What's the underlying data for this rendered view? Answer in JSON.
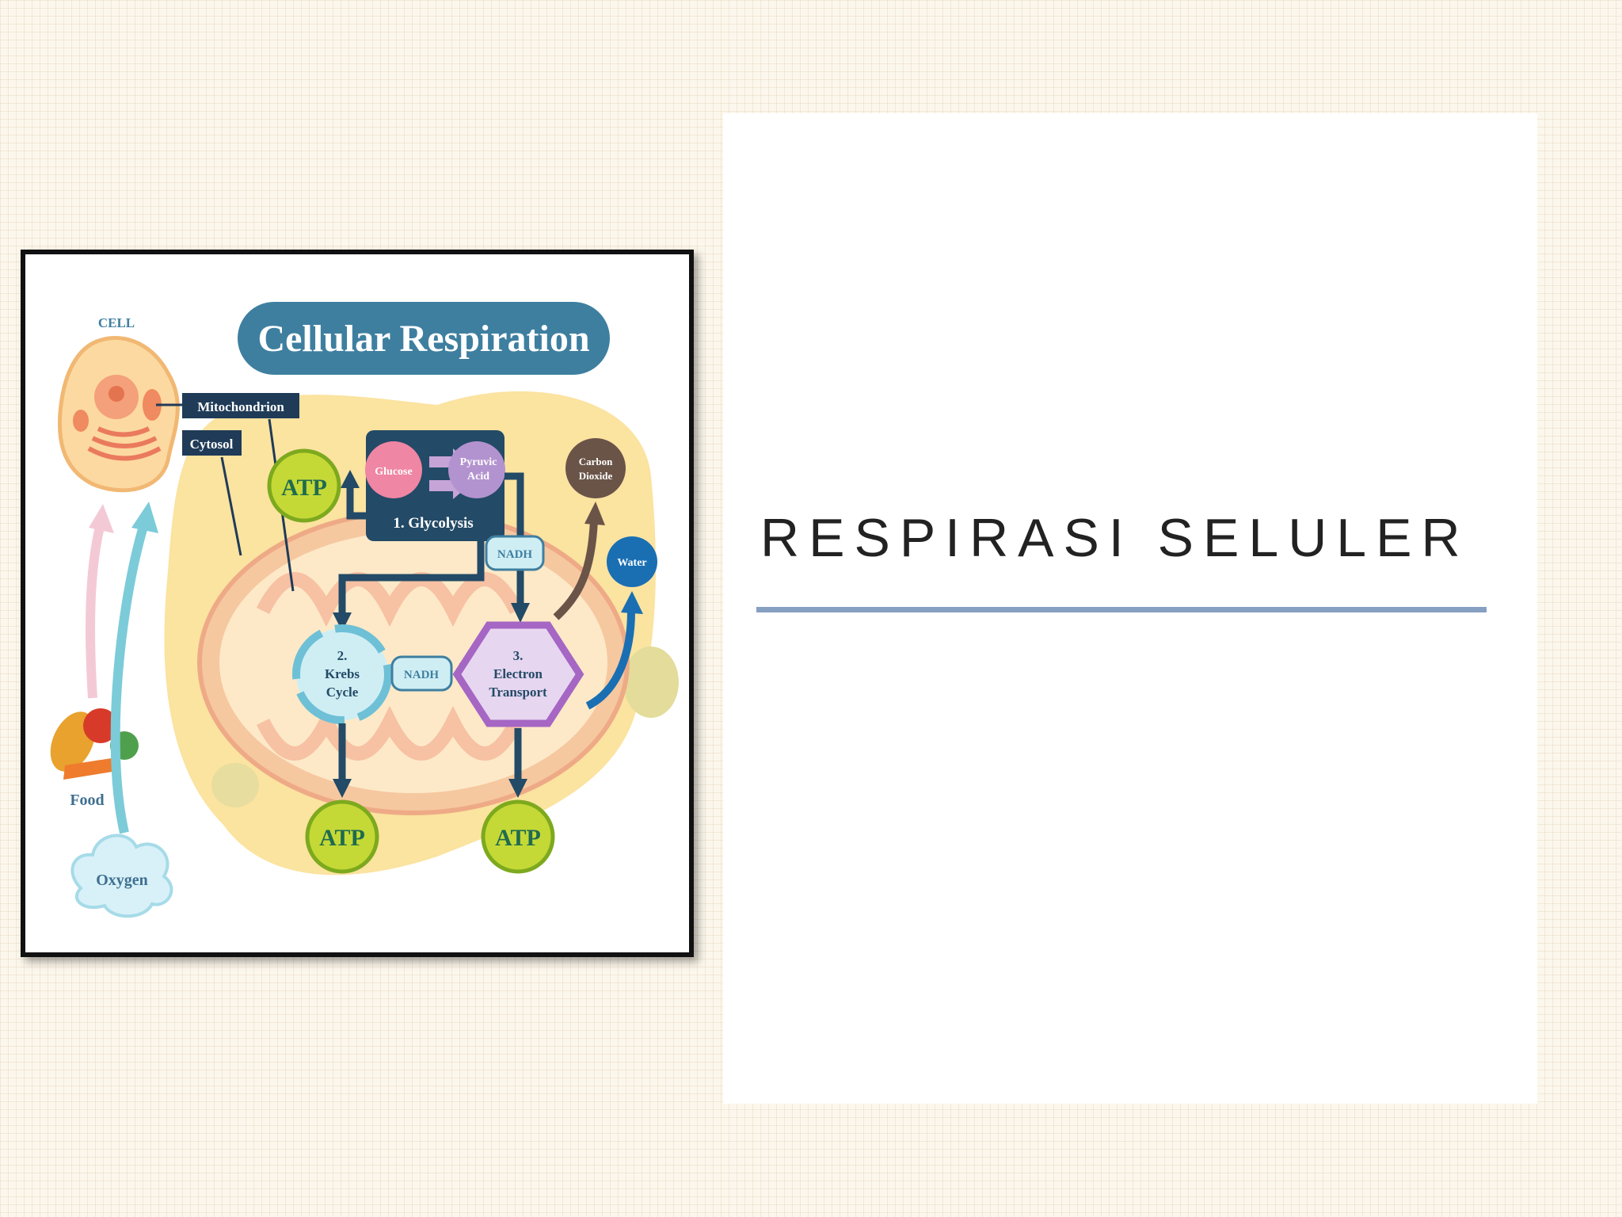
{
  "slide": {
    "title": "RESPIRASI SELULER",
    "colors": {
      "rule": "#86a0c2",
      "panel": "#ffffff",
      "background": "#fcf7ec"
    }
  },
  "diagram": {
    "title": "Cellular Respiration",
    "cell_label": "CELL",
    "mitochondrion_label": "Mitochondrion",
    "cytosol_label": "Cytosol",
    "food_label": "Food",
    "oxygen_label": "Oxygen",
    "glucose_label": "Glucose",
    "pyruvic_line1": "Pyruvic",
    "pyruvic_line2": "Acid",
    "glycolysis_label": "1. Glycolysis",
    "nadh_top": "NADH",
    "nadh_mid": "NADH",
    "krebs_line1": "2.",
    "krebs_line2": "Krebs",
    "krebs_line3": "Cycle",
    "electron_line1": "3.",
    "electron_line2": "Electron",
    "electron_line3": "Transport",
    "carbon_line1": "Carbon",
    "carbon_line2": "Dioxide",
    "water_label": "Water",
    "atp_top": "ATP",
    "atp_bottom_left": "ATP",
    "atp_bottom_right": "ATP"
  }
}
